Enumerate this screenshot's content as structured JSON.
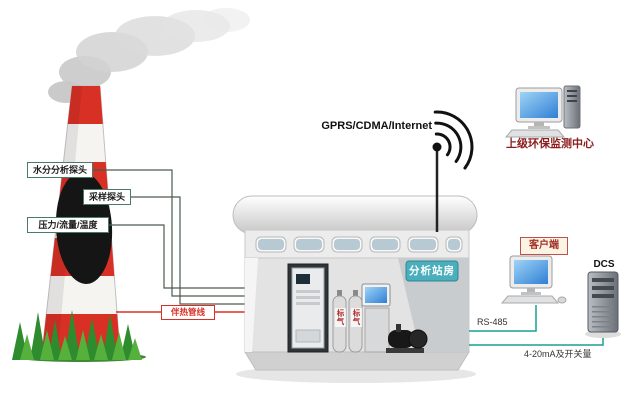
{
  "labels": {
    "moisture_probe": "水分分析探头",
    "sampling_probe": "采样探头",
    "pressure_flow_temp": "压力/流量/温度",
    "heated_line": "伴热管线",
    "network_link": "GPRS/CDMA/Internet",
    "monitoring_center": "上级环保监测中心",
    "station_sign": "分析站房",
    "gas_cylinder_1": "标气",
    "gas_cylinder_2": "标气",
    "client": "客户端",
    "dcs": "DCS",
    "rs485": "RS-485",
    "analog_signal": "4-20mA及开关量"
  },
  "colors": {
    "chimney_red": "#d93025",
    "heated_line_red": "#d93025",
    "sign_teal": "#4aaebc",
    "line_teal": "#18a092",
    "label_red": "#a03028",
    "center_label_red": "#8b1c1c",
    "screen_blue": "#2f7fd6",
    "grass_green": "#3c9a33"
  },
  "graphics": {
    "chimney": "smokestack-with-smoke",
    "station": "analysis-station-building",
    "antenna": "wireless-antenna",
    "monitoring_computer": "desktop-computer",
    "client_computer": "desktop-computer",
    "dcs_server": "server-tower",
    "gas_cylinders": "standard-gas-cylinders",
    "pump": "sampling-pump",
    "cabinet": "analyzer-cabinet"
  }
}
